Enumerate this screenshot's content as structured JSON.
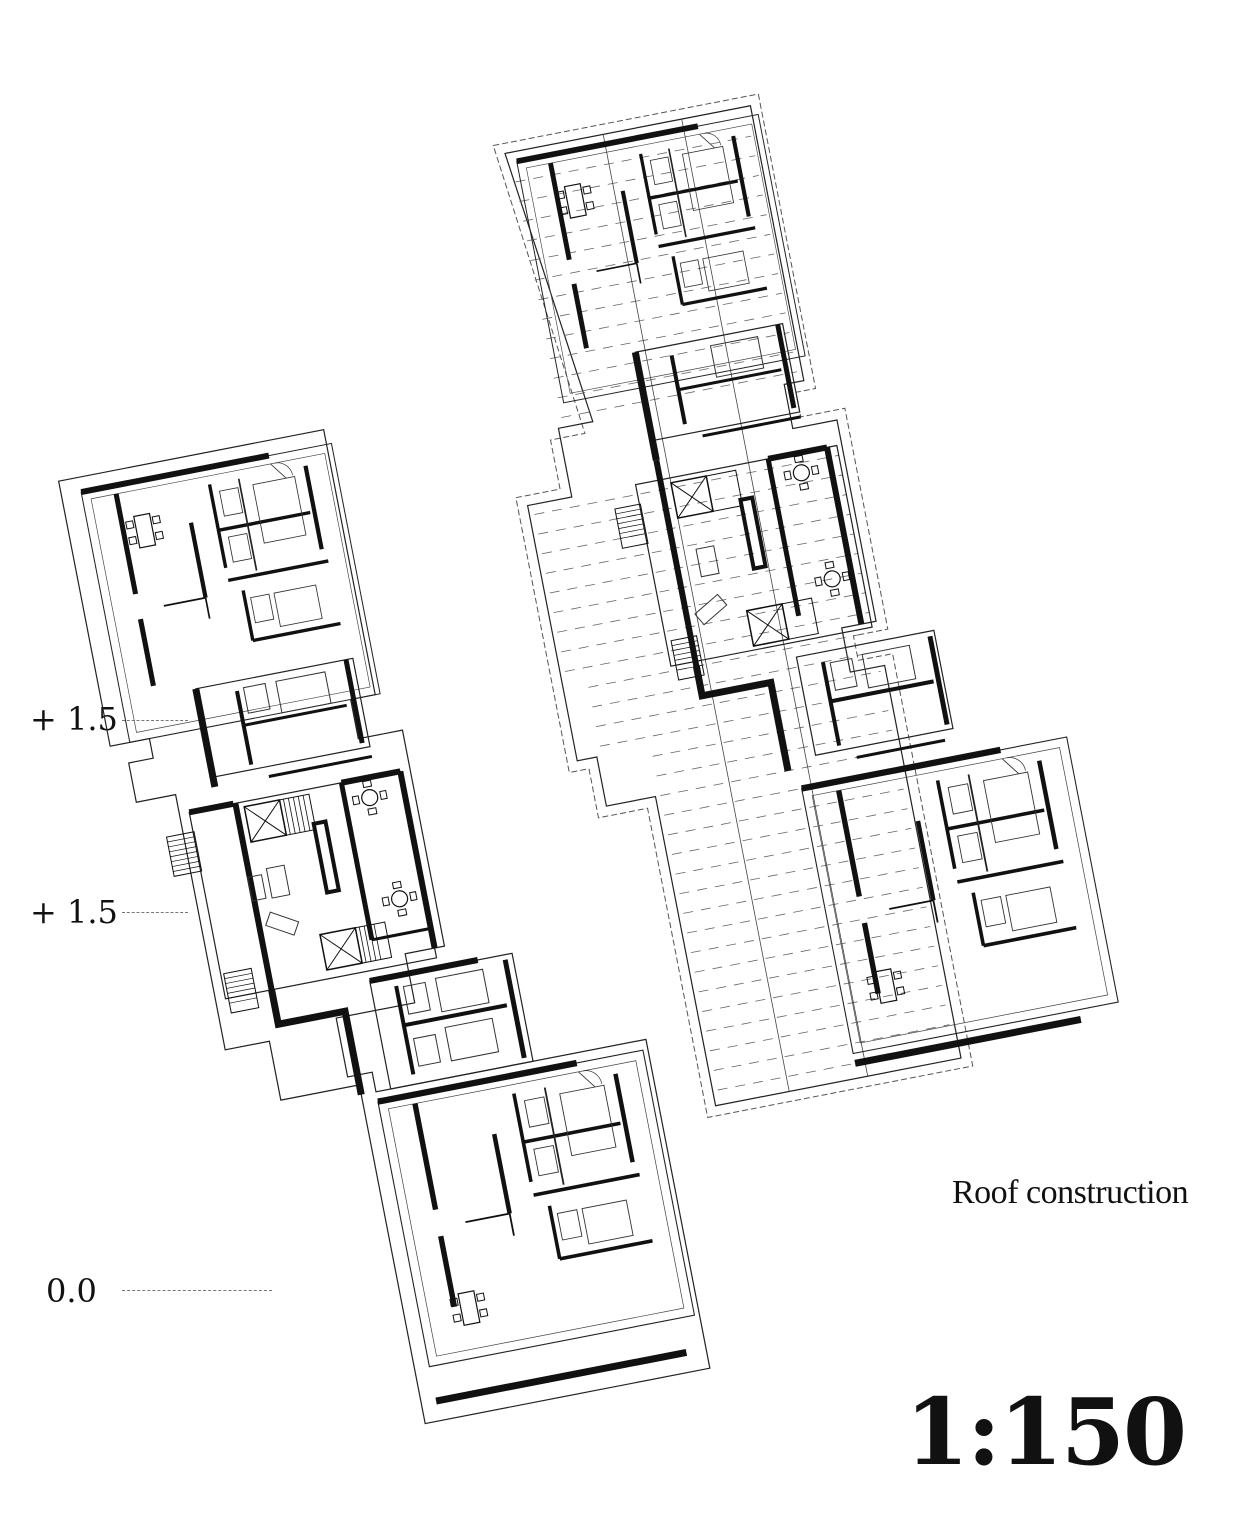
{
  "levels": {
    "upper": "+ 1.5",
    "middle": "+ 1.5",
    "ground": "0.0"
  },
  "caption": "Roof construction",
  "scale": "1:150",
  "colors": {
    "ink": "#111111",
    "thin_line": "#333333",
    "dashed": "#666666",
    "background": "#ffffff"
  }
}
